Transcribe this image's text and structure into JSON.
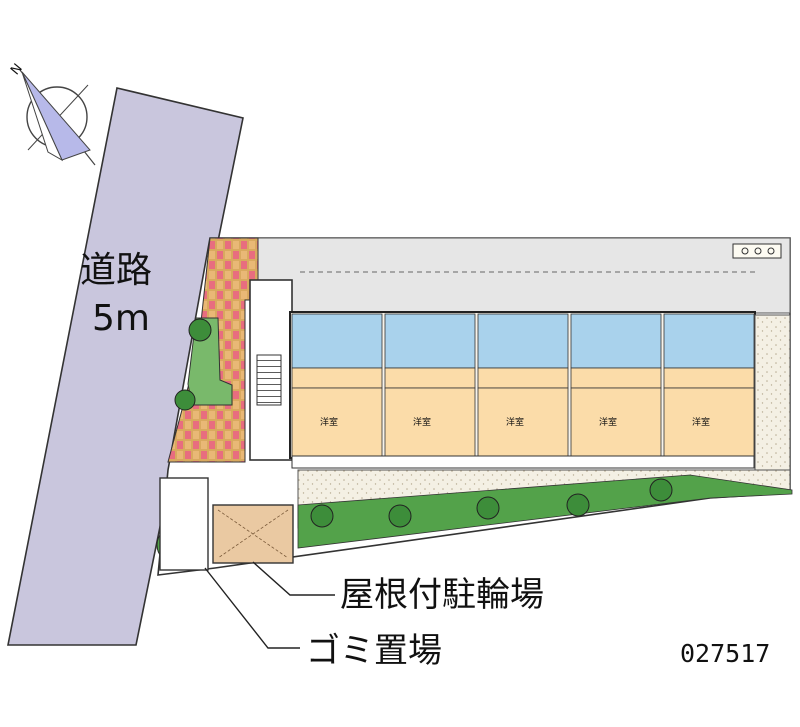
{
  "labels": {
    "road_name": "道路",
    "road_width": "5m",
    "bicycle_parking": "屋根付駐輪場",
    "garbage_area": "ゴミ置場",
    "property_code": "027517",
    "compass_north": "N",
    "room_type": "洋室",
    "room_count": 5
  },
  "colors": {
    "road": "#c9c6dd",
    "site_ground": "#e6e6e6",
    "wet_area": "#a9d2ec",
    "room_floor": "#fbdca9",
    "paving_red": "#e86d7f",
    "paving_tan": "#d9a95f",
    "planting": "#53a24a",
    "gravel": "#f4f0e4",
    "bike_shed": "#eac9a2"
  }
}
